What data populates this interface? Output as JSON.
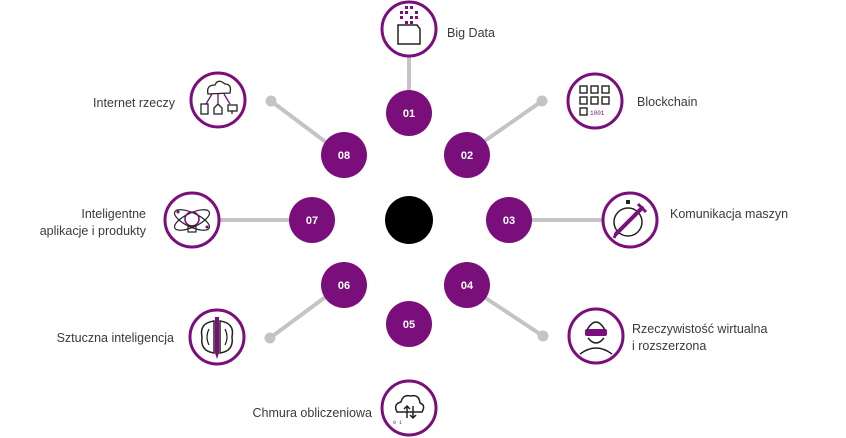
{
  "colors": {
    "accent": "#7a0f7c",
    "connector": "#c6c3c8",
    "hub": "#000000",
    "icon": "#222222"
  },
  "nodes": [
    {
      "number": "01",
      "label": "Big Data",
      "icon": "big-data-icon"
    },
    {
      "number": "02",
      "label": "Blockchain",
      "icon": "blockchain-icon"
    },
    {
      "number": "03",
      "label": "Komunikacja maszyn",
      "icon": "robot-arm-icon"
    },
    {
      "number": "04",
      "label_line1": "Rzeczywistość wirtualna",
      "label_line2": "i rozszerzona",
      "icon": "vr-headset-icon"
    },
    {
      "number": "05",
      "label": "Chmura obliczeniowa",
      "icon": "cloud-icon"
    },
    {
      "number": "06",
      "label": "Sztuczna inteligencja",
      "icon": "brain-icon"
    },
    {
      "number": "07",
      "label_line1": "Inteligentne",
      "label_line2": "aplikacje i produkty",
      "icon": "smart-bulb-icon"
    },
    {
      "number": "08",
      "label": "Internet rzeczy",
      "icon": "iot-icon"
    }
  ]
}
